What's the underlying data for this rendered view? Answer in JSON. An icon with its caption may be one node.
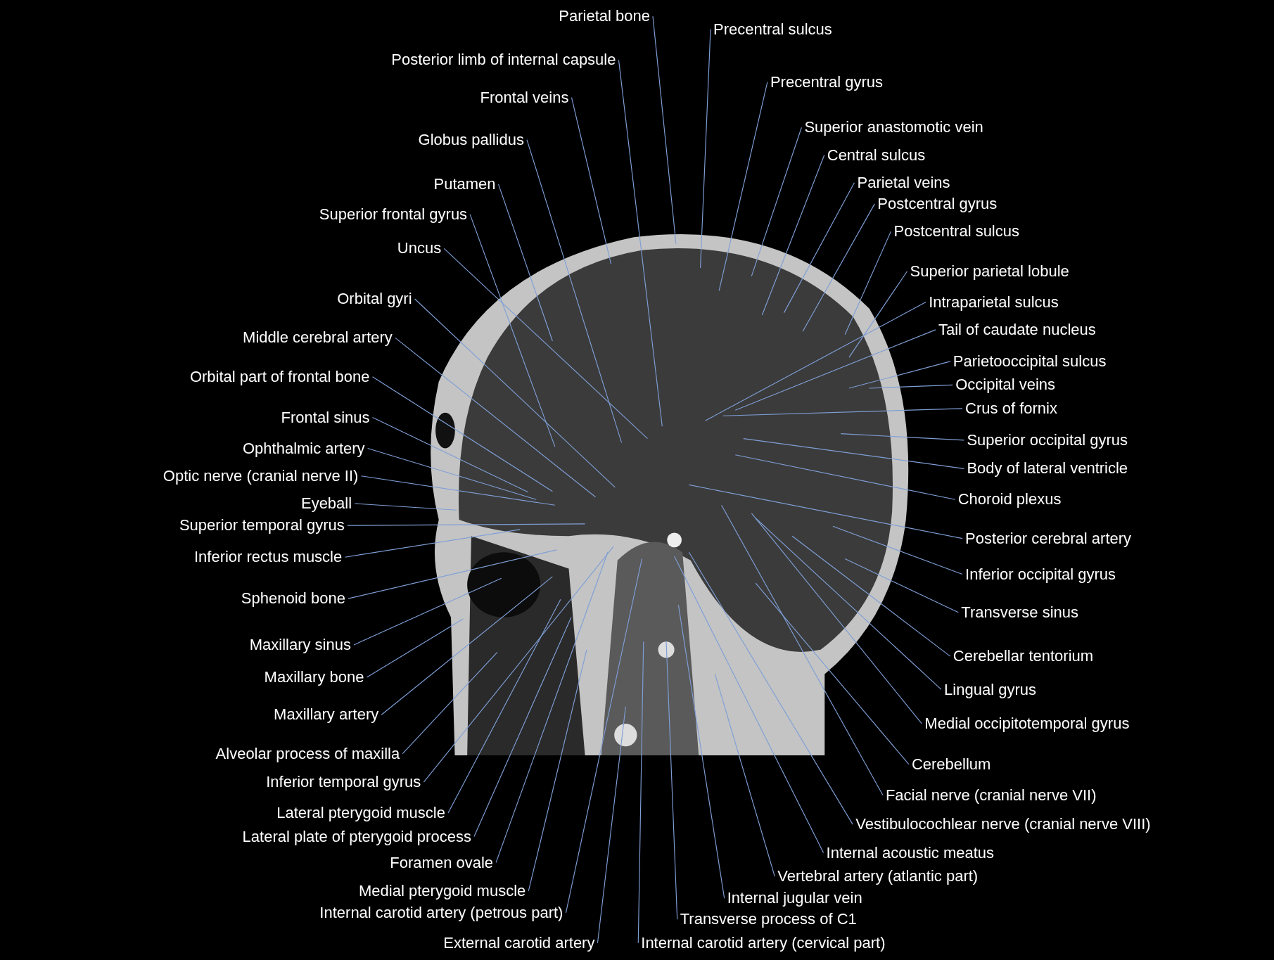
{
  "diagram": {
    "nodes": [
      {
        "text": [
          "Parietal bone"
        ]
      },
      {
        "text": [
          "Precentral sulcus"
        ]
      },
      {
        "text": [
          "Posterior limb of internal capsule"
        ]
      },
      {
        "text": [
          "Precentral gyrus"
        ]
      },
      {
        "text": [
          "Frontal veins"
        ]
      },
      {
        "text": [
          "Superior anastomotic vein"
        ]
      },
      {
        "text": [
          "Globus pallidus"
        ]
      },
      {
        "text": [
          "Central sulcus"
        ]
      },
      {
        "text": [
          "Parietal veins"
        ]
      },
      {
        "text": [
          "Putamen"
        ]
      },
      {
        "text": [
          "Postcentral gyrus"
        ]
      },
      {
        "text": [
          "Superior frontal gyrus"
        ]
      },
      {
        "text": [
          "Postcentral sulcus"
        ]
      },
      {
        "text": [
          "Uncus"
        ]
      },
      {
        "text": [
          "Superior parietal lobule"
        ]
      },
      {
        "text": [
          "Orbital gyri"
        ]
      },
      {
        "text": [
          "Intraparietal sulcus"
        ]
      },
      {
        "text": [
          "Tail of caudate nucleus"
        ]
      },
      {
        "text": [
          "Middle cerebral artery"
        ]
      },
      {
        "text": [
          "Parietooccipital sulcus"
        ]
      },
      {
        "text": [
          "Orbital part of frontal bone"
        ]
      },
      {
        "text": [
          "Occipital veins"
        ]
      },
      {
        "text": [
          "Crus of fornix"
        ]
      },
      {
        "text": [
          "Frontal sinus"
        ]
      },
      {
        "text": [
          "Superior occipital gyrus"
        ]
      },
      {
        "text": [
          "Ophthalmic artery"
        ]
      },
      {
        "text": [
          "Body of lateral ventricle"
        ]
      },
      {
        "text": [
          "Optic nerve (cranial nerve II)"
        ]
      },
      {
        "text": [
          "Choroid plexus"
        ]
      },
      {
        "text": [
          "Eyeball"
        ]
      },
      {
        "text": [
          "Superior temporal gyrus"
        ]
      },
      {
        "text": [
          "Posterior cerebral artery"
        ]
      },
      {
        "text": [
          "Inferior rectus muscle"
        ]
      },
      {
        "text": [
          "Inferior occipital gyrus"
        ]
      },
      {
        "text": [
          "Sphenoid bone"
        ]
      },
      {
        "text": [
          "Transverse sinus"
        ]
      },
      {
        "text": [
          "Maxillary sinus"
        ]
      },
      {
        "text": [
          "Cerebellar tentorium"
        ]
      },
      {
        "text": [
          "Maxillary bone"
        ]
      },
      {
        "text": [
          "Lingual gyrus"
        ]
      },
      {
        "text": [
          "Maxillary artery"
        ]
      },
      {
        "text": [
          "Medial occipitotemporal gyrus"
        ]
      },
      {
        "text": [
          "Alveolar process of maxilla"
        ]
      },
      {
        "text": [
          "Cerebellum"
        ]
      },
      {
        "text": [
          "Inferior temporal gyrus"
        ]
      },
      {
        "text": [
          "Facial nerve (cranial nerve VII)"
        ]
      },
      {
        "text": [
          "Lateral pterygoid muscle"
        ]
      },
      {
        "text": [
          "Vestibulocochlear nerve (cranial nerve VIII)"
        ]
      },
      {
        "text": [
          "Lateral plate of pterygoid process"
        ]
      },
      {
        "text": [
          "Internal acoustic meatus"
        ]
      },
      {
        "text": [
          "Foramen ovale"
        ]
      },
      {
        "text": [
          "Vertebral artery (atlantic part)"
        ]
      },
      {
        "text": [
          "Medial pterygoid muscle"
        ]
      },
      {
        "text": [
          "Internal jugular vein"
        ]
      },
      {
        "text": [
          "Internal carotid artery (petrous part)"
        ]
      },
      {
        "text": [
          "Transverse process of C1"
        ]
      },
      {
        "text": [
          "External carotid artery"
        ]
      },
      {
        "text": [
          "Internal carotid artery (cervical part)"
        ]
      }
    ],
    "edges": [
      {
        "from": 0,
        "to": null,
        "arrow": "none"
      },
      {
        "from": 1,
        "to": null,
        "arrow": "none"
      },
      {
        "from": 2,
        "to": null,
        "arrow": "none"
      },
      {
        "from": 3,
        "to": null,
        "arrow": "none"
      },
      {
        "from": 4,
        "to": null,
        "arrow": "none"
      },
      {
        "from": 5,
        "to": null,
        "arrow": "none"
      },
      {
        "from": 6,
        "to": null,
        "arrow": "none"
      },
      {
        "from": 7,
        "to": null,
        "arrow": "none"
      },
      {
        "from": 8,
        "to": null,
        "arrow": "none"
      },
      {
        "from": 9,
        "to": null,
        "arrow": "none"
      },
      {
        "from": 10,
        "to": null,
        "arrow": "none"
      },
      {
        "from": 11,
        "to": null,
        "arrow": "none"
      },
      {
        "from": 12,
        "to": null,
        "arrow": "none"
      },
      {
        "from": 13,
        "to": null,
        "arrow": "none"
      },
      {
        "from": 14,
        "to": null,
        "arrow": "none"
      },
      {
        "from": 15,
        "to": null,
        "arrow": "none"
      },
      {
        "from": 16,
        "to": null,
        "arrow": "none"
      },
      {
        "from": 17,
        "to": null,
        "arrow": "none"
      },
      {
        "from": 18,
        "to": null,
        "arrow": "none"
      },
      {
        "from": 19,
        "to": null,
        "arrow": "none"
      },
      {
        "from": 20,
        "to": null,
        "arrow": "none"
      },
      {
        "from": 21,
        "to": null,
        "arrow": "none"
      },
      {
        "from": 22,
        "to": null,
        "arrow": "none"
      },
      {
        "from": 23,
        "to": null,
        "arrow": "none"
      },
      {
        "from": 24,
        "to": null,
        "arrow": "none"
      },
      {
        "from": 25,
        "to": null,
        "arrow": "none"
      },
      {
        "from": 26,
        "to": null,
        "arrow": "none"
      },
      {
        "from": 27,
        "to": null,
        "arrow": "none"
      },
      {
        "from": 28,
        "to": null,
        "arrow": "none"
      },
      {
        "from": 29,
        "to": null,
        "arrow": "none"
      },
      {
        "from": 30,
        "to": null,
        "arrow": "none"
      },
      {
        "from": 31,
        "to": null,
        "arrow": "none"
      },
      {
        "from": 32,
        "to": null,
        "arrow": "none"
      },
      {
        "from": 33,
        "to": null,
        "arrow": "none"
      },
      {
        "from": 34,
        "to": null,
        "arrow": "none"
      },
      {
        "from": 35,
        "to": null,
        "arrow": "none"
      },
      {
        "from": 36,
        "to": null,
        "arrow": "none"
      },
      {
        "from": 37,
        "to": null,
        "arrow": "none"
      },
      {
        "from": 38,
        "to": null,
        "arrow": "none"
      },
      {
        "from": 39,
        "to": null,
        "arrow": "none"
      },
      {
        "from": 40,
        "to": null,
        "arrow": "none"
      },
      {
        "from": 41,
        "to": null,
        "arrow": "none"
      },
      {
        "from": 42,
        "to": null,
        "arrow": "none"
      },
      {
        "from": 43,
        "to": null,
        "arrow": "none"
      },
      {
        "from": 44,
        "to": null,
        "arrow": "none"
      },
      {
        "from": 45,
        "to": null,
        "arrow": "none"
      },
      {
        "from": 46,
        "to": null,
        "arrow": "none"
      },
      {
        "from": 47,
        "to": null,
        "arrow": "none"
      },
      {
        "from": 48,
        "to": null,
        "arrow": "none"
      },
      {
        "from": 49,
        "to": null,
        "arrow": "none"
      },
      {
        "from": 50,
        "to": null,
        "arrow": "none"
      },
      {
        "from": 51,
        "to": null,
        "arrow": "none"
      },
      {
        "from": 52,
        "to": null,
        "arrow": "none"
      },
      {
        "from": 53,
        "to": null,
        "arrow": "none"
      },
      {
        "from": 54,
        "to": null,
        "arrow": "none"
      },
      {
        "from": 55,
        "to": null,
        "arrow": "none"
      },
      {
        "from": 56,
        "to": null,
        "arrow": "none"
      },
      {
        "from": 57,
        "to": null,
        "arrow": "none"
      }
    ]
  }
}
